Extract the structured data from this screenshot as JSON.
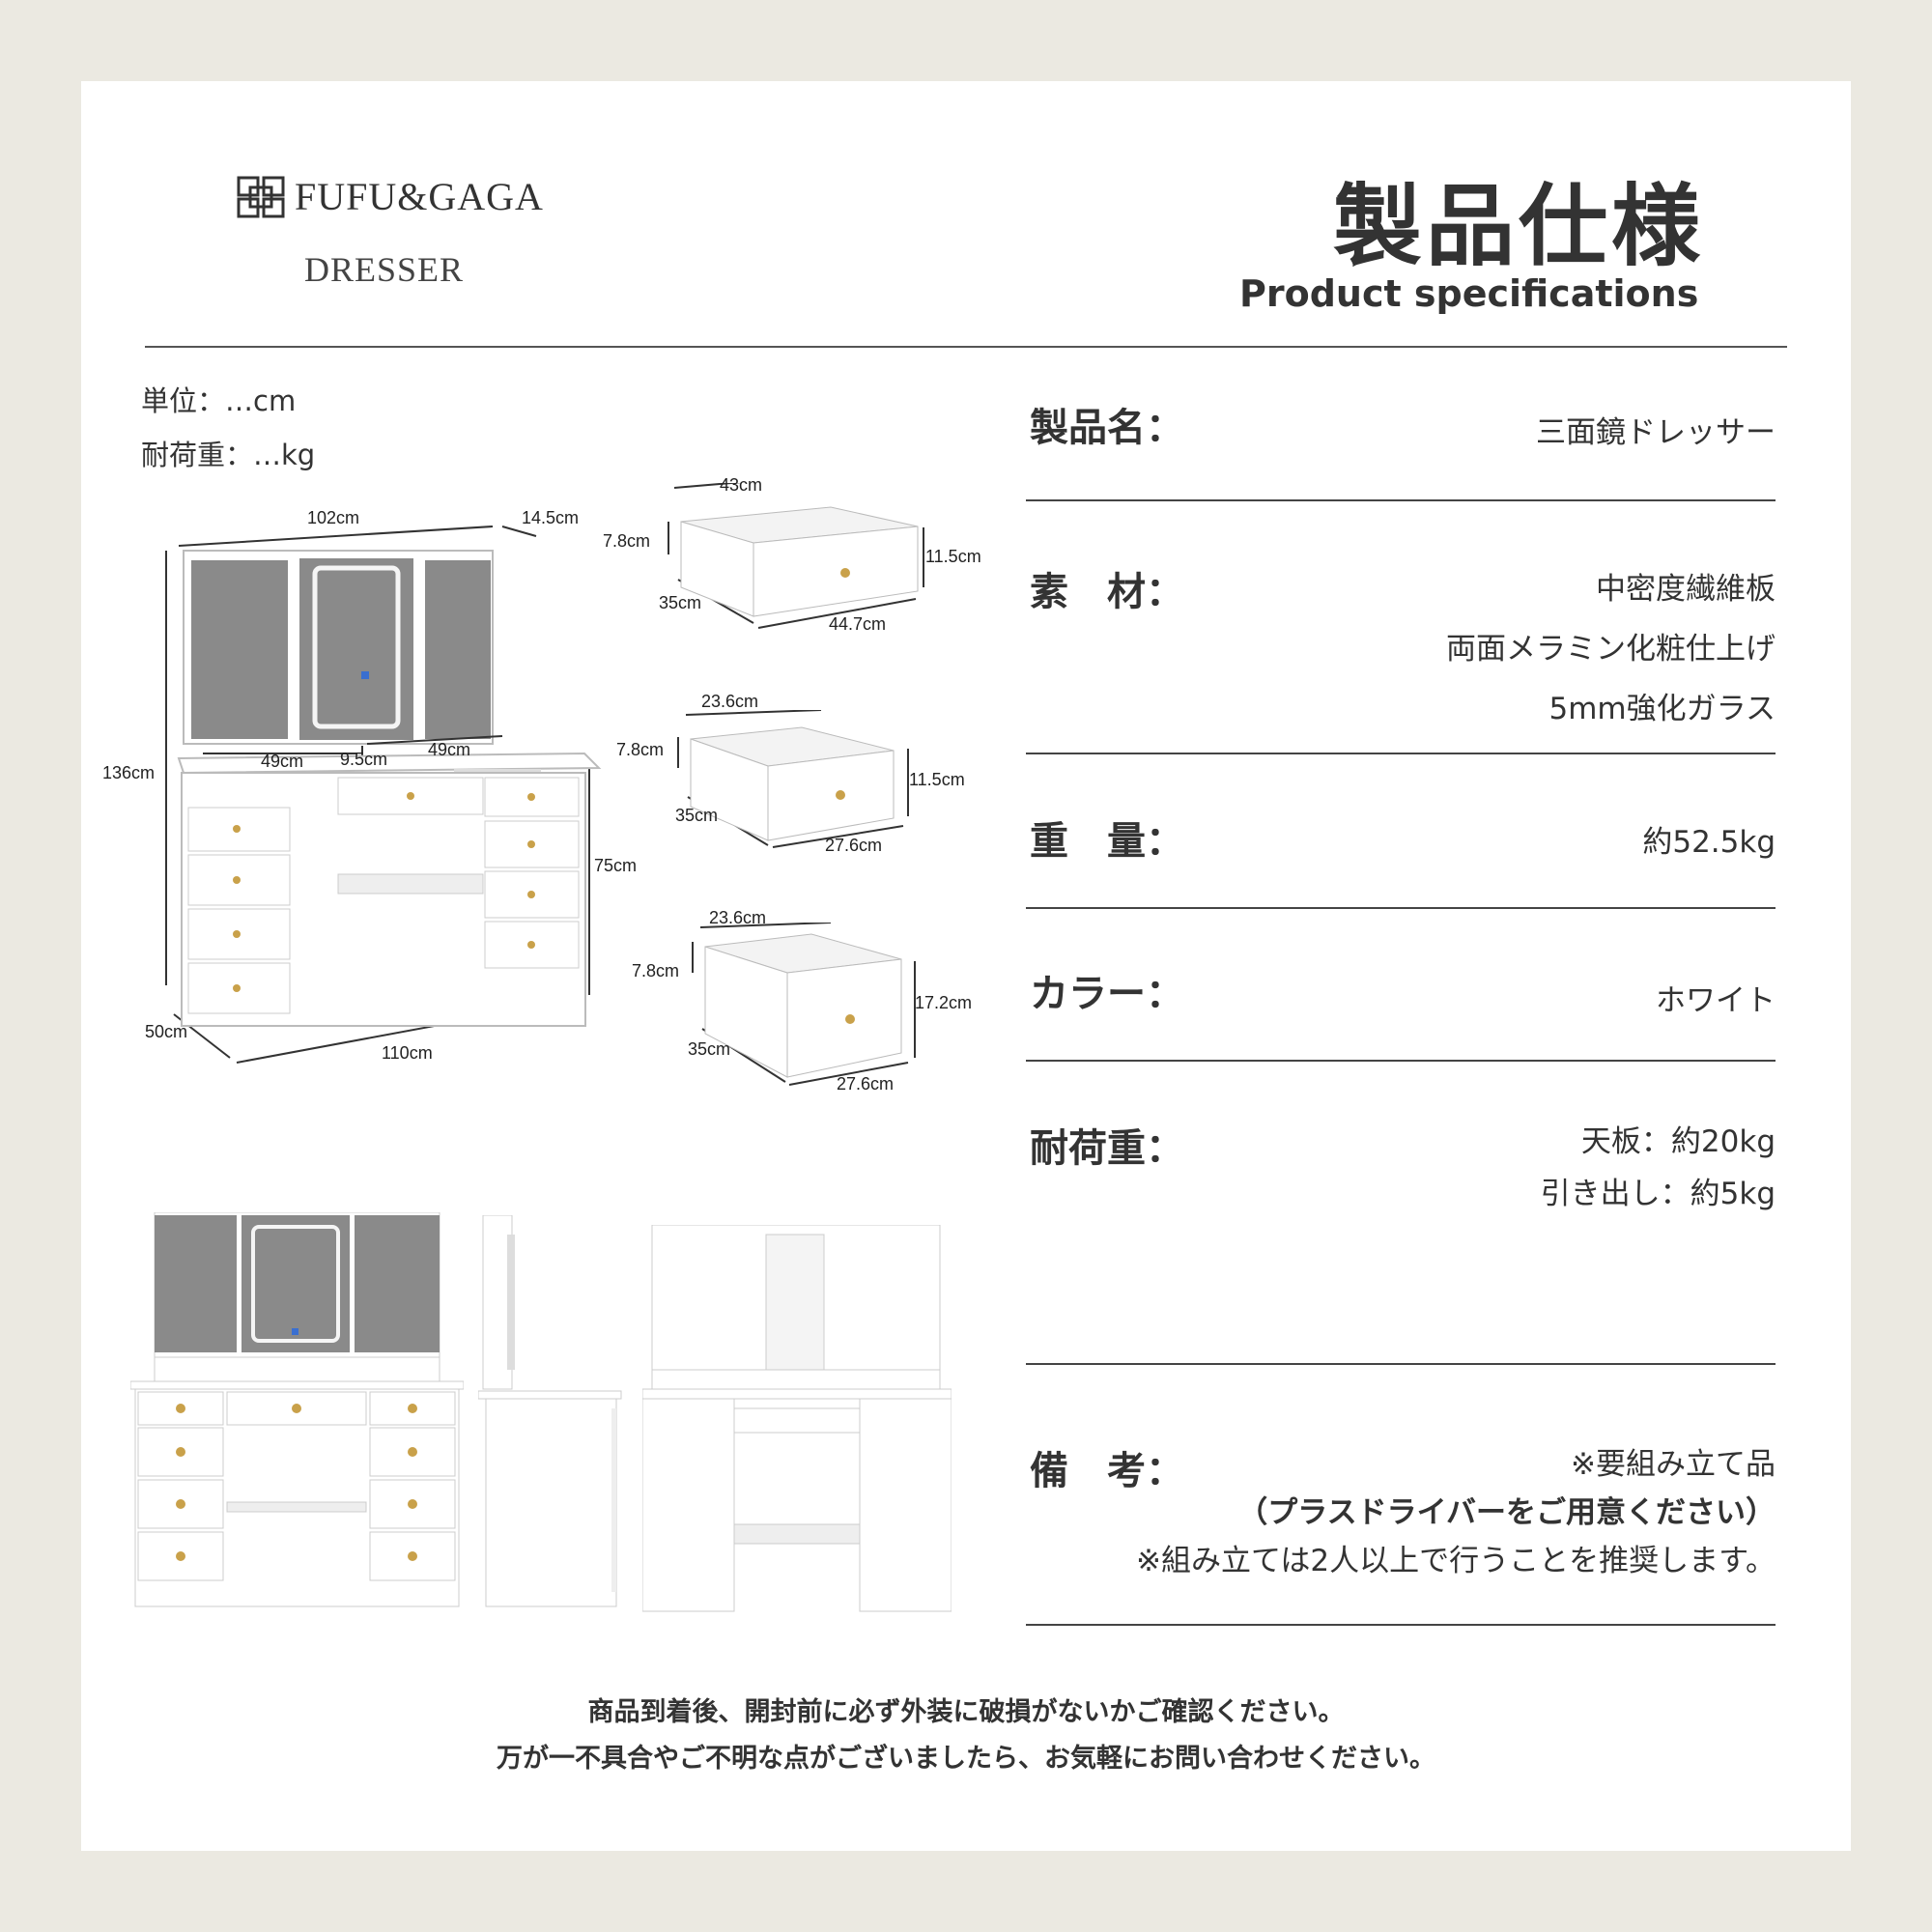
{
  "brand": {
    "name": "FUFU&GAGA",
    "subtitle": "DRESSER",
    "logo_icon": "interlocking-box-logo"
  },
  "header": {
    "title_jp": "製品仕様",
    "title_en": "Product specifications"
  },
  "units": {
    "unit_line": "単位：…cm",
    "load_line": "耐荷重：…kg"
  },
  "dimensions": {
    "main": {
      "w_top": "102cm",
      "depth_top": "14.5cm",
      "height_total": "136cm",
      "height_table": "75cm",
      "depth": "50cm",
      "width": "110cm",
      "left": "49cm",
      "mid": "9.5cm",
      "right": "49cm"
    },
    "drawer1": {
      "w": "43cm",
      "h": "7.8cm",
      "h2": "11.5cm",
      "d": "35cm",
      "w2": "44.7cm"
    },
    "drawer2": {
      "w": "23.6cm",
      "h": "7.8cm",
      "h2": "11.5cm",
      "d": "35cm",
      "w2": "27.6cm"
    },
    "drawer3": {
      "w": "23.6cm",
      "h": "7.8cm",
      "h2": "17.2cm",
      "d": "35cm",
      "w2": "27.6cm"
    }
  },
  "specs": {
    "name": {
      "label": "製品名：",
      "value": "三面鏡ドレッサー"
    },
    "material": {
      "label": "素　材：",
      "values": [
        "中密度繊維板",
        "両面メラミン化粧仕上げ",
        "5mm強化ガラス"
      ]
    },
    "weight": {
      "label": "重　量：",
      "value": "約52.5kg"
    },
    "color": {
      "label": "カラー：",
      "value": "ホワイト"
    },
    "load": {
      "label": "耐荷重：",
      "values": [
        "天板：約20kg",
        "引き出し：約5kg"
      ]
    },
    "notes": {
      "label": "備　考：",
      "values": [
        "※要組み立て品",
        "（プラスドライバーをご用意ください）",
        "※組み立ては2人以上で行うことを推奨します。"
      ]
    }
  },
  "notice": {
    "line1": "商品到着後、開封前に必ず外装に破損がないかご確認ください。",
    "line2": "万が一不具合やご不明な点がございましたら、お気軽にお問い合わせください。"
  },
  "colors": {
    "background": "#ebe9e1",
    "card": "#ffffff",
    "text": "#333333",
    "mirror": "#8a8a8a",
    "knob": "#c9a14a"
  }
}
